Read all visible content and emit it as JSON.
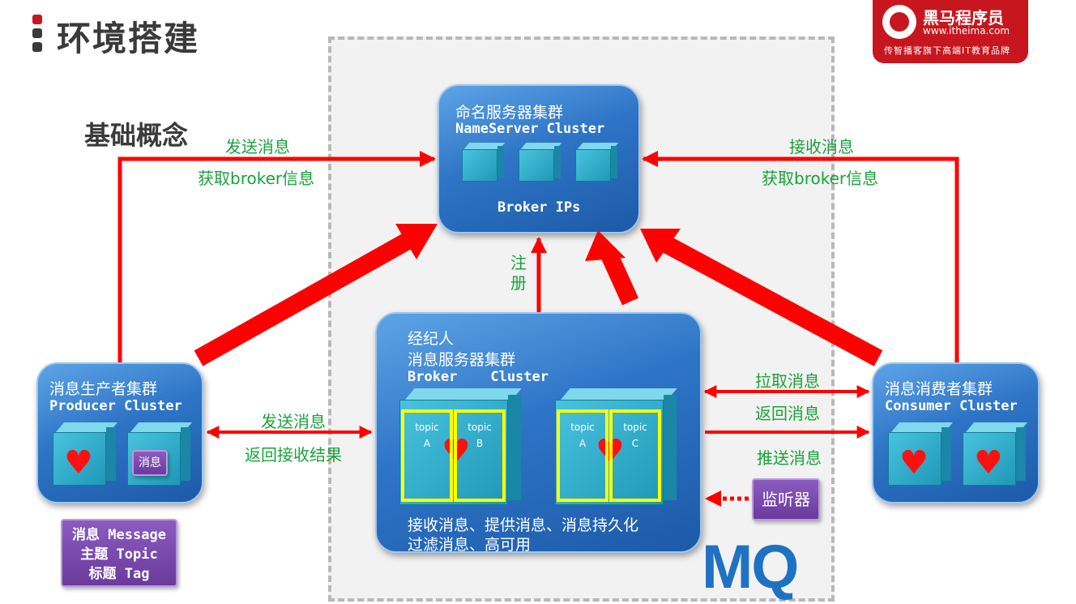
{
  "slide": {
    "title": "环境搭建"
  },
  "logo": {
    "name": "黑马程序员",
    "url": "www.itheima.com",
    "slogan": "传智播客旗下高端IT教育品牌"
  },
  "section_heading": "基础概念",
  "nameserver": {
    "title_cn": "命名服务器集群",
    "title_en": "NameServer  Cluster",
    "label": "Broker IPs"
  },
  "producer": {
    "title_cn": "消息生产者集群",
    "title_en": "Producer  Cluster",
    "message_badge": "消息"
  },
  "broker": {
    "line1": "经纪人",
    "line2": "消息服务器集群",
    "title_en": "Broker    Cluster",
    "groups": [
      {
        "topics": [
          {
            "name": "topic",
            "part": "A"
          },
          {
            "name": "topic",
            "part": "B"
          }
        ]
      },
      {
        "topics": [
          {
            "name": "topic",
            "part": "A"
          },
          {
            "name": "topic",
            "part": "C"
          }
        ]
      }
    ],
    "features_line1": "接收消息、提供消息、消息持久化",
    "features_line2": "过滤消息、高可用"
  },
  "consumer": {
    "title_cn": "消息消费者集群",
    "title_en": "Consumer  Cluster"
  },
  "concepts": {
    "line1": "消息 Message",
    "line2": "主题 Topic",
    "line3": "标题 Tag"
  },
  "listener": "监听器",
  "mq_label": "MQ",
  "labels": {
    "producer_send": "发送消息",
    "producer_get_broker": "获取broker信息",
    "consumer_receive": "接收消息",
    "consumer_get_broker": "获取broker信息",
    "register_1": "注",
    "register_2": "册",
    "send_message": "发送消息",
    "return_result": "返回接收结果",
    "pull_message": "拉取消息",
    "return_message": "返回消息",
    "push_message": "推送消息"
  },
  "colors": {
    "arrow": "#ff0000",
    "label_green": "#1aa33b",
    "cluster_blue": "#2e74c6",
    "topic_outline": "#ffff00",
    "mq_blue": "#1f72c2",
    "brand_red": "#c8161e"
  }
}
